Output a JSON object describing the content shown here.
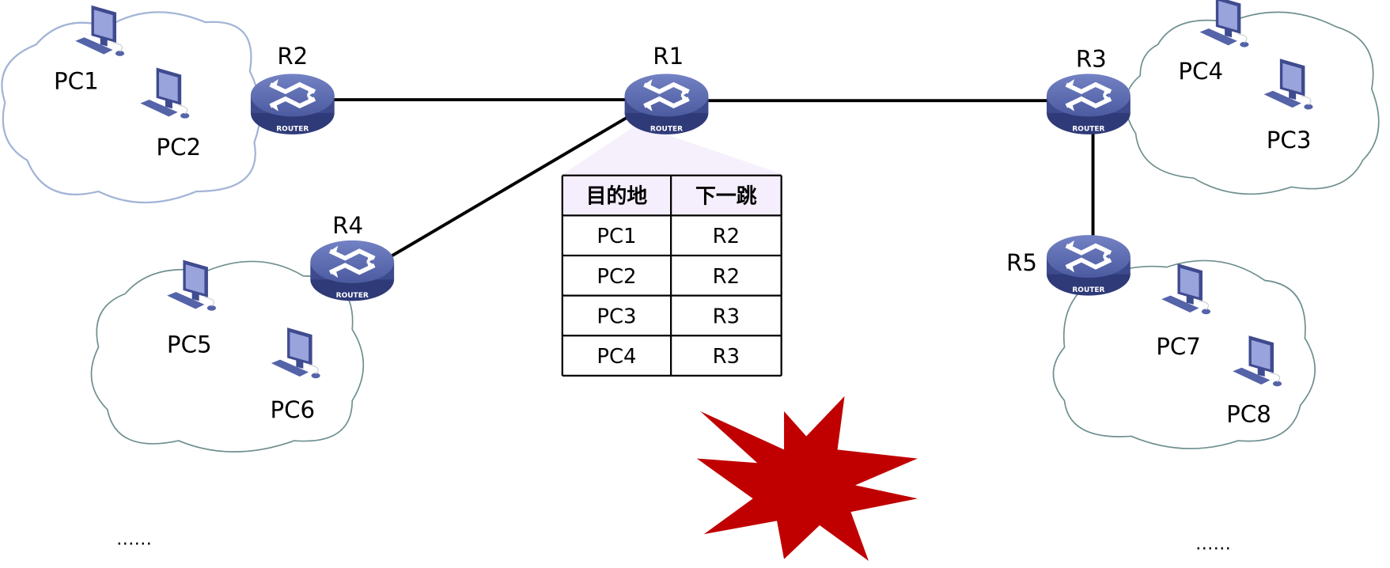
{
  "routers": [
    {
      "id": "R1",
      "label": "R1",
      "badge": "ROUTER"
    },
    {
      "id": "R2",
      "label": "R2",
      "badge": "ROUTER"
    },
    {
      "id": "R3",
      "label": "R3",
      "badge": "ROUTER"
    },
    {
      "id": "R4",
      "label": "R4",
      "badge": "ROUTER"
    },
    {
      "id": "R5",
      "label": "R5",
      "badge": "ROUTER"
    }
  ],
  "pcs": [
    "PC1",
    "PC2",
    "PC3",
    "PC4",
    "PC5",
    "PC6",
    "PC7",
    "PC8"
  ],
  "routing_table": {
    "headers": [
      "目的地",
      "下一跳"
    ],
    "rows": [
      [
        "PC1",
        "R2"
      ],
      [
        "PC2",
        "R2"
      ],
      [
        "PC3",
        "R3"
      ],
      [
        "PC4",
        "R3"
      ]
    ]
  },
  "ellipsis": "……",
  "colors": {
    "router": "#4f5ea3",
    "pc": "#5563a8",
    "burst": "#c00000",
    "table_header": "#f5eefc"
  }
}
